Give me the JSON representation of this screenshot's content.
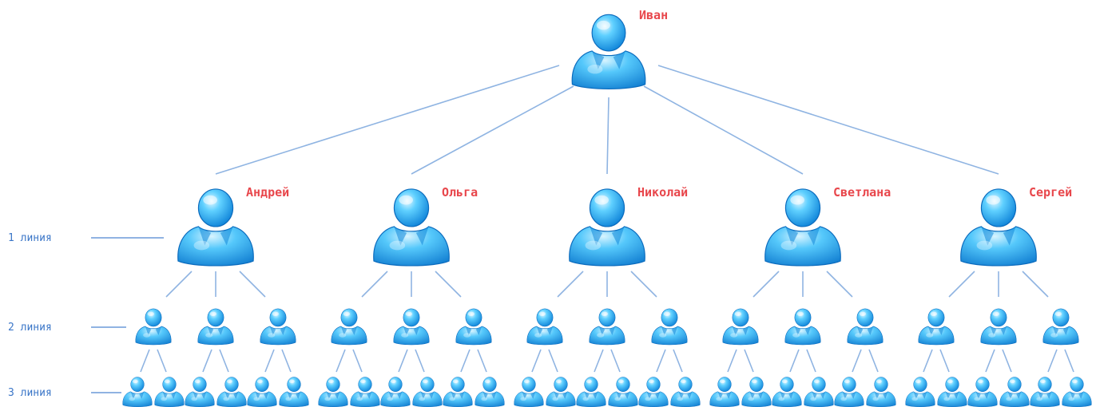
{
  "root": {
    "name": "Иван"
  },
  "colors": {
    "name_text": "#e8474c",
    "level_text": "#3c77c8",
    "connector": "#8fb4e2",
    "person": "#1ea7ea"
  },
  "icon": "person-user-icon",
  "line1": [
    {
      "name": "Андрей"
    },
    {
      "name": "Ольга"
    },
    {
      "name": "Николай"
    },
    {
      "name": "Светлана"
    },
    {
      "name": "Сергей"
    }
  ],
  "levels": [
    "1 линия",
    "2 линия",
    "3 линия"
  ],
  "children_per_partner": 3,
  "grandchildren_per_child": 2
}
